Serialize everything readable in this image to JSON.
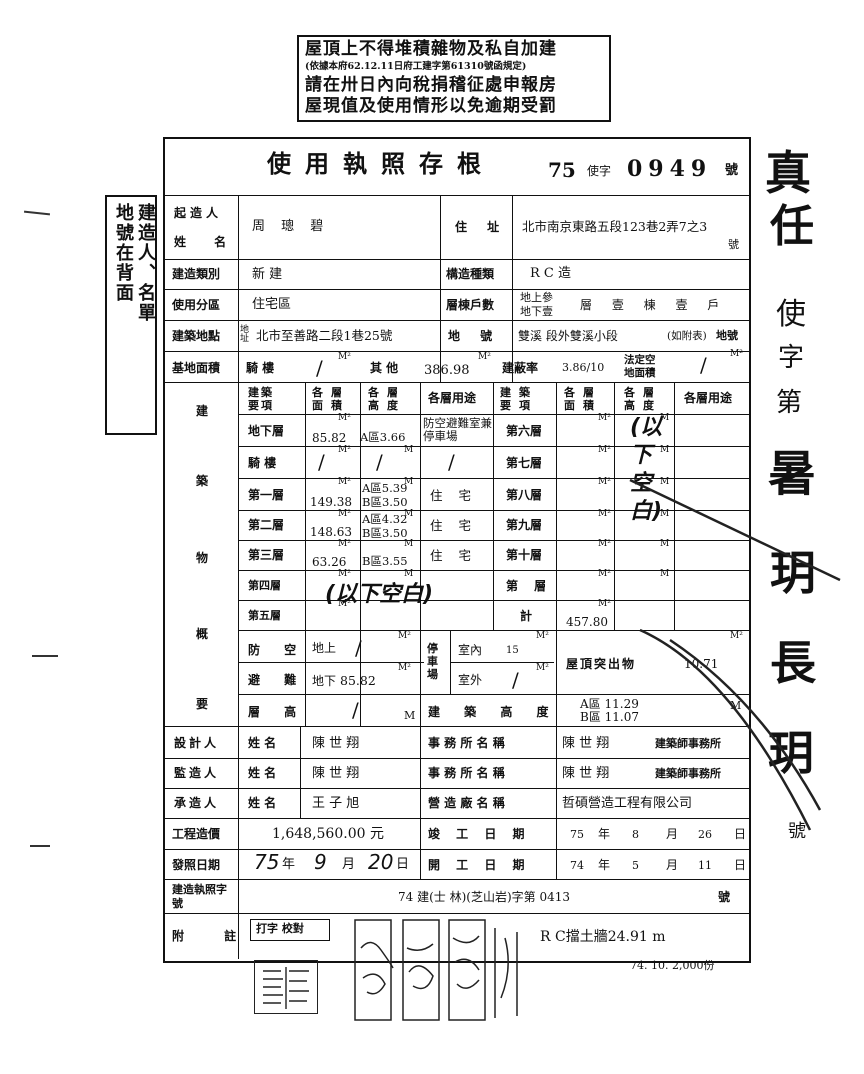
{
  "top_stamp": {
    "line1": "屋頂上不得堆積雜物及私自加建",
    "line2": "(依據本府62.12.11日府工建字第61310號函規定)",
    "line3": "請在卅日內向稅捐稽征處申報房",
    "line4": "屋現值及使用情形以免逾期受罰"
  },
  "side_stamp": {
    "col1": "地號在背面",
    "col2": "建造人、名單"
  },
  "right_marks": [
    "真",
    "任",
    "使",
    "字",
    "第",
    "暑",
    "玥",
    "長",
    "玥",
    "號"
  ],
  "header": {
    "title": "使用執照存根",
    "year": "75",
    "prefix": "使字",
    "number": "0949",
    "suffix": "號"
  },
  "owner": {
    "label_a": "起造人",
    "label_b": "姓 名",
    "value": "周 璁 碧",
    "addr_label": "住 址",
    "addr_value": "北市南京東路五段123巷2弄7之3",
    "addr_suffix": "號"
  },
  "build_type": {
    "label": "建造類別",
    "value": "新 建",
    "struct_label": "構造種類",
    "struct_value": "R C 造"
  },
  "zone": {
    "label": "使用分區",
    "value": "住宅區",
    "floors_label": "層棟戶數",
    "above": "地上參",
    "below": "地下壹",
    "floors_text": "層 壹 棟 壹 戶"
  },
  "site": {
    "label": "建築地點",
    "small_label": "地址",
    "value": "北市至善路二段1巷25號",
    "lot_label": "地 號",
    "lot_value": "雙溪 段外雙溪小段",
    "lot_note": "(如附表)",
    "lot_suffix": "地號"
  },
  "area_row": {
    "label": "基地面積",
    "arcade": "騎 樓",
    "slash": "/",
    "other": "其 他",
    "other_value": "386.98",
    "unit": "M²",
    "coverage_label": "建蔽率",
    "coverage_value": "3.86/10",
    "open_label": "法定空地面積"
  },
  "building": {
    "side_label": [
      "建",
      "築",
      "物",
      "概",
      "要"
    ],
    "hdr_item": "建築要項",
    "hdr_area": "各層面積",
    "hdr_height": "各層高度",
    "hdr_use": "各層用途",
    "unit_m2": "M²",
    "unit_m": "M",
    "left_rows": [
      {
        "name": "地下層",
        "area": "85.82",
        "height": "A區3.66",
        "use": "防空避難室兼停車場"
      },
      {
        "name": "騎 樓",
        "area": "/",
        "height": "/",
        "use": "/"
      },
      {
        "name": "第一層",
        "area": "149.38",
        "height": "A區5.39 B區3.50",
        "use": "住 宅"
      },
      {
        "name": "第二層",
        "area": "148.63",
        "height": "A區4.32 B區3.50",
        "use": "住 宅"
      },
      {
        "name": "第三層",
        "area": "63.26",
        "height": "B區3.55",
        "use": "住 宅"
      },
      {
        "name": "第四層",
        "area": "",
        "height": "",
        "use": ""
      },
      {
        "name": "第五層",
        "area": "",
        "height": "",
        "use": ""
      }
    ],
    "right_rows": [
      "第六層",
      "第七層",
      "第八層",
      "第九層",
      "第十層",
      "第 層",
      "計"
    ],
    "total": "457.80",
    "below_blank_left": "(以下空白)",
    "below_blank_right": "(以下空白)"
  },
  "shelter": {
    "label_a": "防 空",
    "label_b": "避 難",
    "above": "地上",
    "below": "地下",
    "below_value": "85.82",
    "parking_label": "停車場",
    "indoor": "室內",
    "indoor_value": "15",
    "outdoor": "室外",
    "roof_label": "屋頂突出物",
    "roof_value": "10.71"
  },
  "height_row": {
    "label": "層 高",
    "bld_height_label": "建 築 高 度",
    "a_value": "A區 11.29",
    "b_value": "B區 11.07"
  },
  "designer": {
    "label": "設計人",
    "name_label": "姓 名",
    "name": "陳 世 翔",
    "office_label": "事 務 所 名 稱",
    "office": "陳 世 翔",
    "office_suffix": "建築師事務所"
  },
  "supervisor": {
    "label": "監造人",
    "name_label": "姓 名",
    "name": "陳 世 翔",
    "office_label": "事 務 所 名 稱",
    "office": "陳 世 翔",
    "office_suffix": "建築師事務所"
  },
  "contractor": {
    "label": "承造人",
    "name_label": "姓 名",
    "name": "王 子 旭",
    "firm_label": "營 造 廠 名 稱",
    "firm": "哲碩營造工程有限公司"
  },
  "cost": {
    "label": "工程造價",
    "value": "1,648,560.00 元",
    "done_label": "竣 工 日 期",
    "done_y": "75",
    "done_m": "8",
    "done_d": "26"
  },
  "issue": {
    "label": "發照日期",
    "y": "75",
    "m": "9",
    "d": "20",
    "start_label": "開 工 日 期",
    "start_y": "74",
    "start_m": "5",
    "start_d": "11"
  },
  "permit": {
    "label": "建造執照字號",
    "value": "74 建(士 林)(芝山岩)字第 0413",
    "suffix": "號"
  },
  "note": {
    "label": "附 註",
    "typist": "打字 校對",
    "remark": "R C擋土牆24.91 m"
  },
  "print_info": "74. 10. 2,000份",
  "date_units": {
    "y": "年",
    "m": "月",
    "d": "日"
  }
}
